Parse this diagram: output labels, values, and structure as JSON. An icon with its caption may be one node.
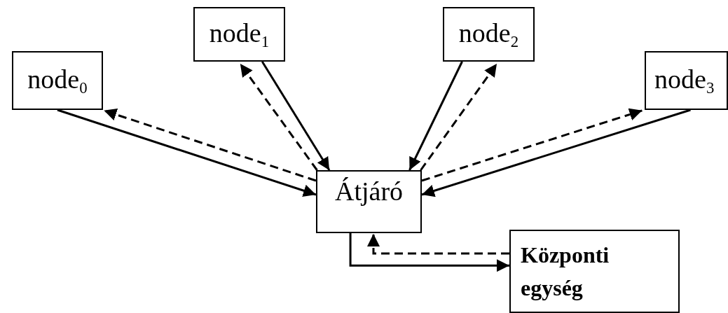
{
  "diagram": {
    "nodes": [
      {
        "text": [
          "node$_{0}$"
        ]
      },
      {
        "text": [
          "node$_{1}$"
        ]
      },
      {
        "text": [
          "node$_{2}$"
        ]
      },
      {
        "text": [
          "node$_{3}$"
        ]
      },
      {
        "text": [
          "Átjáró"
        ]
      },
      {
        "text": [
          "Központi egység"
        ]
      }
    ],
    "edges": [
      {
        "from": 0,
        "to": 4,
        "arrow": "to"
      },
      {
        "from": 4,
        "to": 0,
        "arrow": "to",
        "style": "dashed"
      },
      {
        "from": 4,
        "to": 1,
        "arrow": "to",
        "style": "dashed"
      },
      {
        "from": 1,
        "to": 4,
        "arrow": "to"
      },
      {
        "from": 2,
        "to": 4,
        "arrow": "to"
      },
      {
        "from": 4,
        "to": 2,
        "arrow": "to",
        "style": "dashed"
      },
      {
        "from": 4,
        "to": 3,
        "arrow": "to",
        "style": "dashed"
      },
      {
        "from": 3,
        "to": 4,
        "arrow": "to"
      },
      {
        "from": 4,
        "to": 5,
        "arrow": "to"
      },
      {
        "from": 5,
        "to": 4,
        "arrow": "to",
        "style": "dashed"
      }
    ]
  }
}
